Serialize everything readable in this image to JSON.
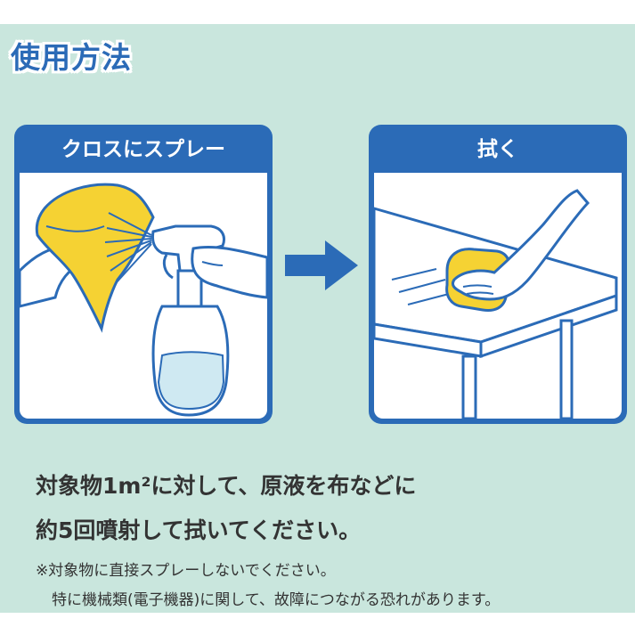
{
  "page": {
    "title": "使用方法"
  },
  "steps": [
    {
      "title": "クロスにスプレー",
      "illustration": "spray-on-cloth"
    },
    {
      "title": "拭く",
      "illustration": "wipe-table"
    }
  ],
  "instructions": {
    "line1": "対象物1m²に対して、原液を布などに",
    "line2": "約5回噴射して拭いてください。"
  },
  "notes": {
    "line1": "※対象物に直接スプレーしないでください。",
    "line2": "特に機械類(電子機器)に関して、故障につながる恐れがあります。"
  },
  "colors": {
    "brand_blue": "#2b6bb7",
    "background_mint": "#c9e6dd",
    "cloth_yellow": "#f5d233",
    "text_dark": "#333333"
  }
}
